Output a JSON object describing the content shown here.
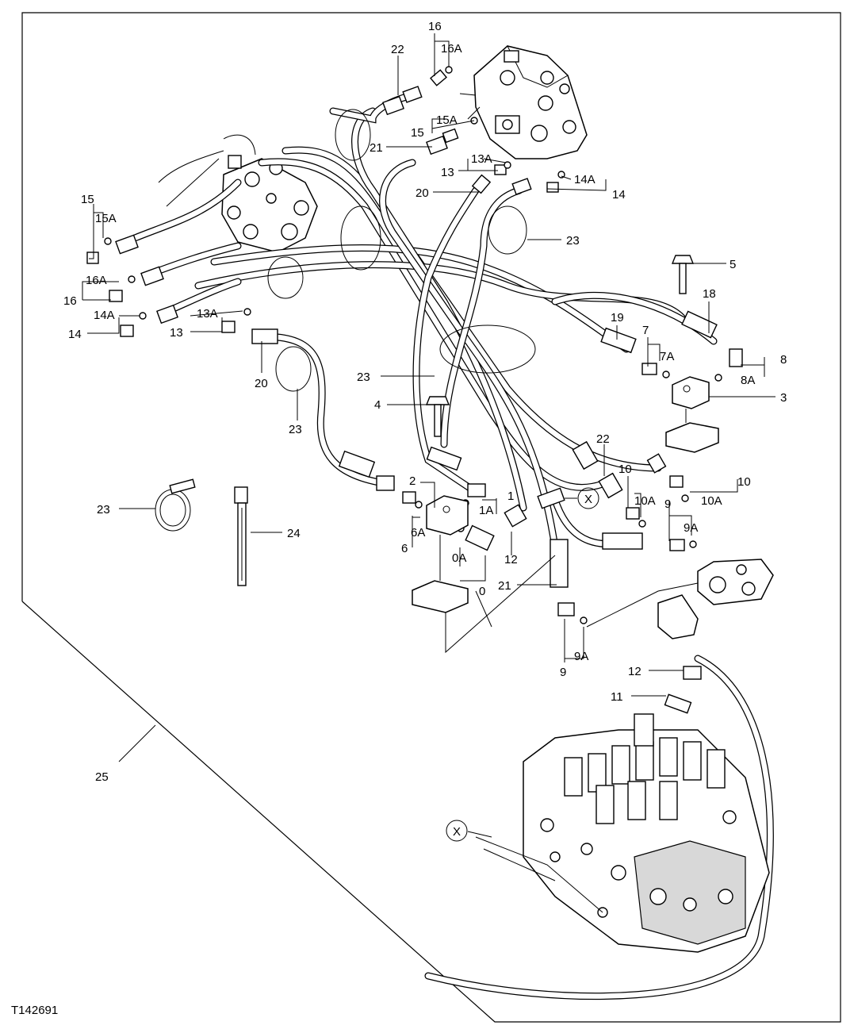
{
  "figure_id": "T142691",
  "callouts": {
    "c1": "1",
    "c1A": "1A",
    "c2": "2",
    "c3": "3",
    "c4": "4",
    "c5": "5",
    "c6": "6",
    "c6A": "6A",
    "c7": "7",
    "c7A": "7A",
    "c8": "8",
    "c8A": "8A",
    "c9a": "9",
    "c9Aa": "9A",
    "c9b": "9",
    "c9Ab": "9A",
    "c10a": "10",
    "c10Aa": "10A",
    "c10b": "10",
    "c10Ab": "10A",
    "c0": "0",
    "c0A": "0A",
    "c11": "11",
    "c12a": "12",
    "c12b": "12",
    "c13a": "13",
    "c13Aa": "13A",
    "c13b": "13",
    "c13Ab": "13A",
    "c14a": "14",
    "c14Aa": "14A",
    "c14b": "14",
    "c14Ab": "14A",
    "c15a": "15",
    "c15Aa": "15A",
    "c15b": "15",
    "c15Ab": "15A",
    "c16a": "16",
    "c16Aa": "16A",
    "c16b": "16",
    "c16Ab": "16A",
    "c18": "18",
    "c19": "19",
    "c20a": "20",
    "c20b": "20",
    "c21a": "21",
    "c21b": "21",
    "c22a": "22",
    "c22b": "22",
    "c23a": "23",
    "c23b": "23",
    "c23c": "23",
    "c23d": "23",
    "c24": "24",
    "c25": "25",
    "cXa": "X",
    "cXb": "X"
  }
}
